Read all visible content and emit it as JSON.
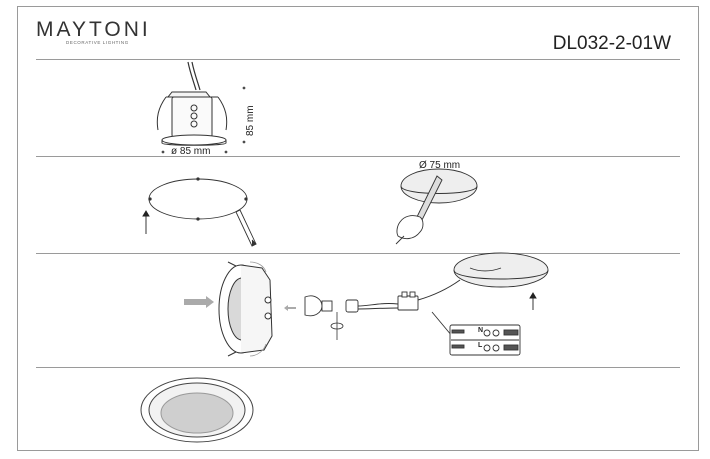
{
  "header": {
    "brand": "MAYTONI",
    "brand_tagline": "DECORATIVE LIGHTING",
    "model": "DL032-2-01W"
  },
  "step1": {
    "diameter_label": "ø 85 mm",
    "height_label": "85 mm"
  },
  "step2": {
    "cutout_label": "Ø 75 mm"
  },
  "step3": {
    "terminal_labels": [
      "N",
      "L"
    ]
  }
}
